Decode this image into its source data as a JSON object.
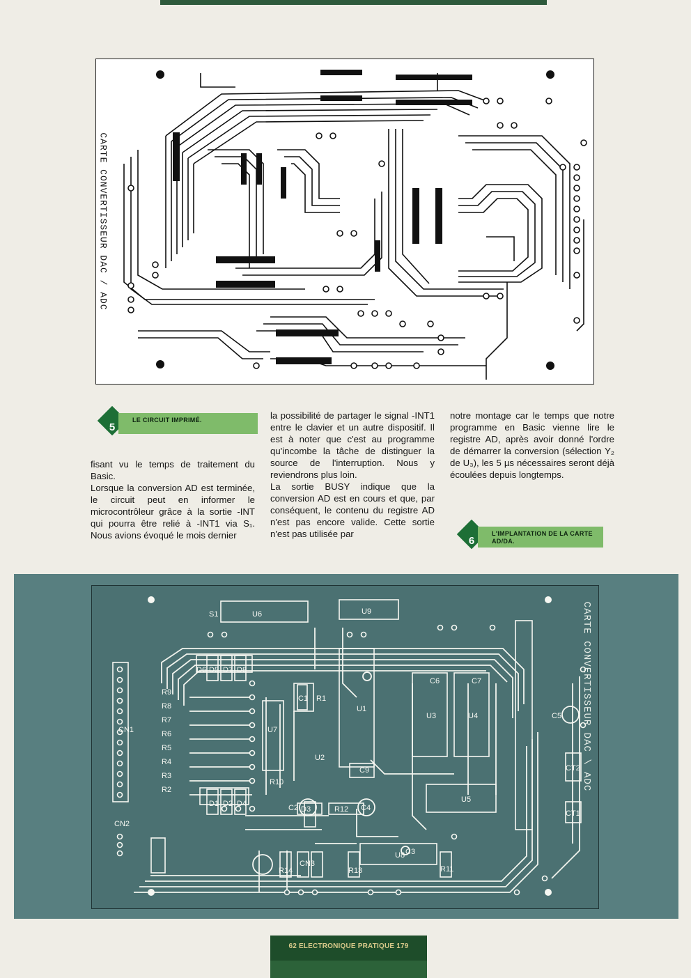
{
  "pcb_figure": {
    "vertical_label": "CARTE CONVERTISSEUR DAC / ADC"
  },
  "captions": {
    "fig5": {
      "number": "5",
      "text": "LE CIRCUIT IMPRIMÉ."
    },
    "fig6": {
      "number": "6",
      "text": "L'IMPLANTATION DE LA CARTE AD/DA."
    }
  },
  "article": {
    "col1": [
      "fisant vu le temps de traitement du Basic.",
      "Lorsque la conversion AD est terminée, le circuit peut en informer le microcontrôleur grâce à la sortie -INT qui pourra être relié à -INT1 via S₁. Nous avions évoqué le mois dernier"
    ],
    "col2": [
      "la possibilité de partager le signal -INT1 entre le clavier et un autre dispositif. Il est à noter que c'est au programme qu'incombe la tâche de distinguer la source de l'interruption. Nous y reviendrons plus loin.",
      "La sortie BUSY indique que la conversion AD est en cours et que, par conséquent, le contenu du registre AD n'est pas encore valide. Cette sortie n'est pas utilisée par"
    ],
    "col3": [
      "notre montage car le temps que notre programme en Basic vienne lire le registre AD, après avoir donné l'ordre de démarrer la conversion (sélection Y₂ de U₃), les 5 µs nécessaires seront déjà écoulées depuis longtemps."
    ]
  },
  "board": {
    "vertical_label": "CARTE CONVERTISSEUR DAC \\ ADC",
    "labels": {
      "u6": "U6",
      "u9": "U9",
      "u1": "U1",
      "u3": "U3",
      "u4": "U4",
      "u5": "U5",
      "u7": "U7",
      "u8": "U8",
      "u2": "U2",
      "cn1": "CN1",
      "cn2": "CN2",
      "cn3": "CN3",
      "c6": "C6",
      "c7": "C7",
      "c5": "C5",
      "c4": "C4",
      "c2": "C2",
      "c3": "C3",
      "c9": "C9",
      "c1": "C1",
      "r1": "R1",
      "r2": "R2",
      "r3": "R3",
      "r4": "R4",
      "r5": "R5",
      "r6": "R6",
      "r7": "R7",
      "r8": "R8",
      "r9": "R9",
      "r10": "R10",
      "r11": "R11",
      "r12": "R12",
      "r13": "R13",
      "r14": "R14",
      "d1": "D1",
      "d2": "D2",
      "d3": "D3",
      "d4": "D4",
      "d5": "D5",
      "d6": "D6",
      "d7": "D7",
      "d8": "D8",
      "ct1": "CT1",
      "ct2": "CT2",
      "s1": "S1"
    }
  },
  "footer": {
    "text": "62 ELECTRONIQUE PRATIQUE 179"
  },
  "colors": {
    "accent_green": "#1d6f36",
    "caption_bar": "#7fbb6a",
    "board_panel": "#587f80",
    "footer_bar": "#1e4d2a"
  }
}
